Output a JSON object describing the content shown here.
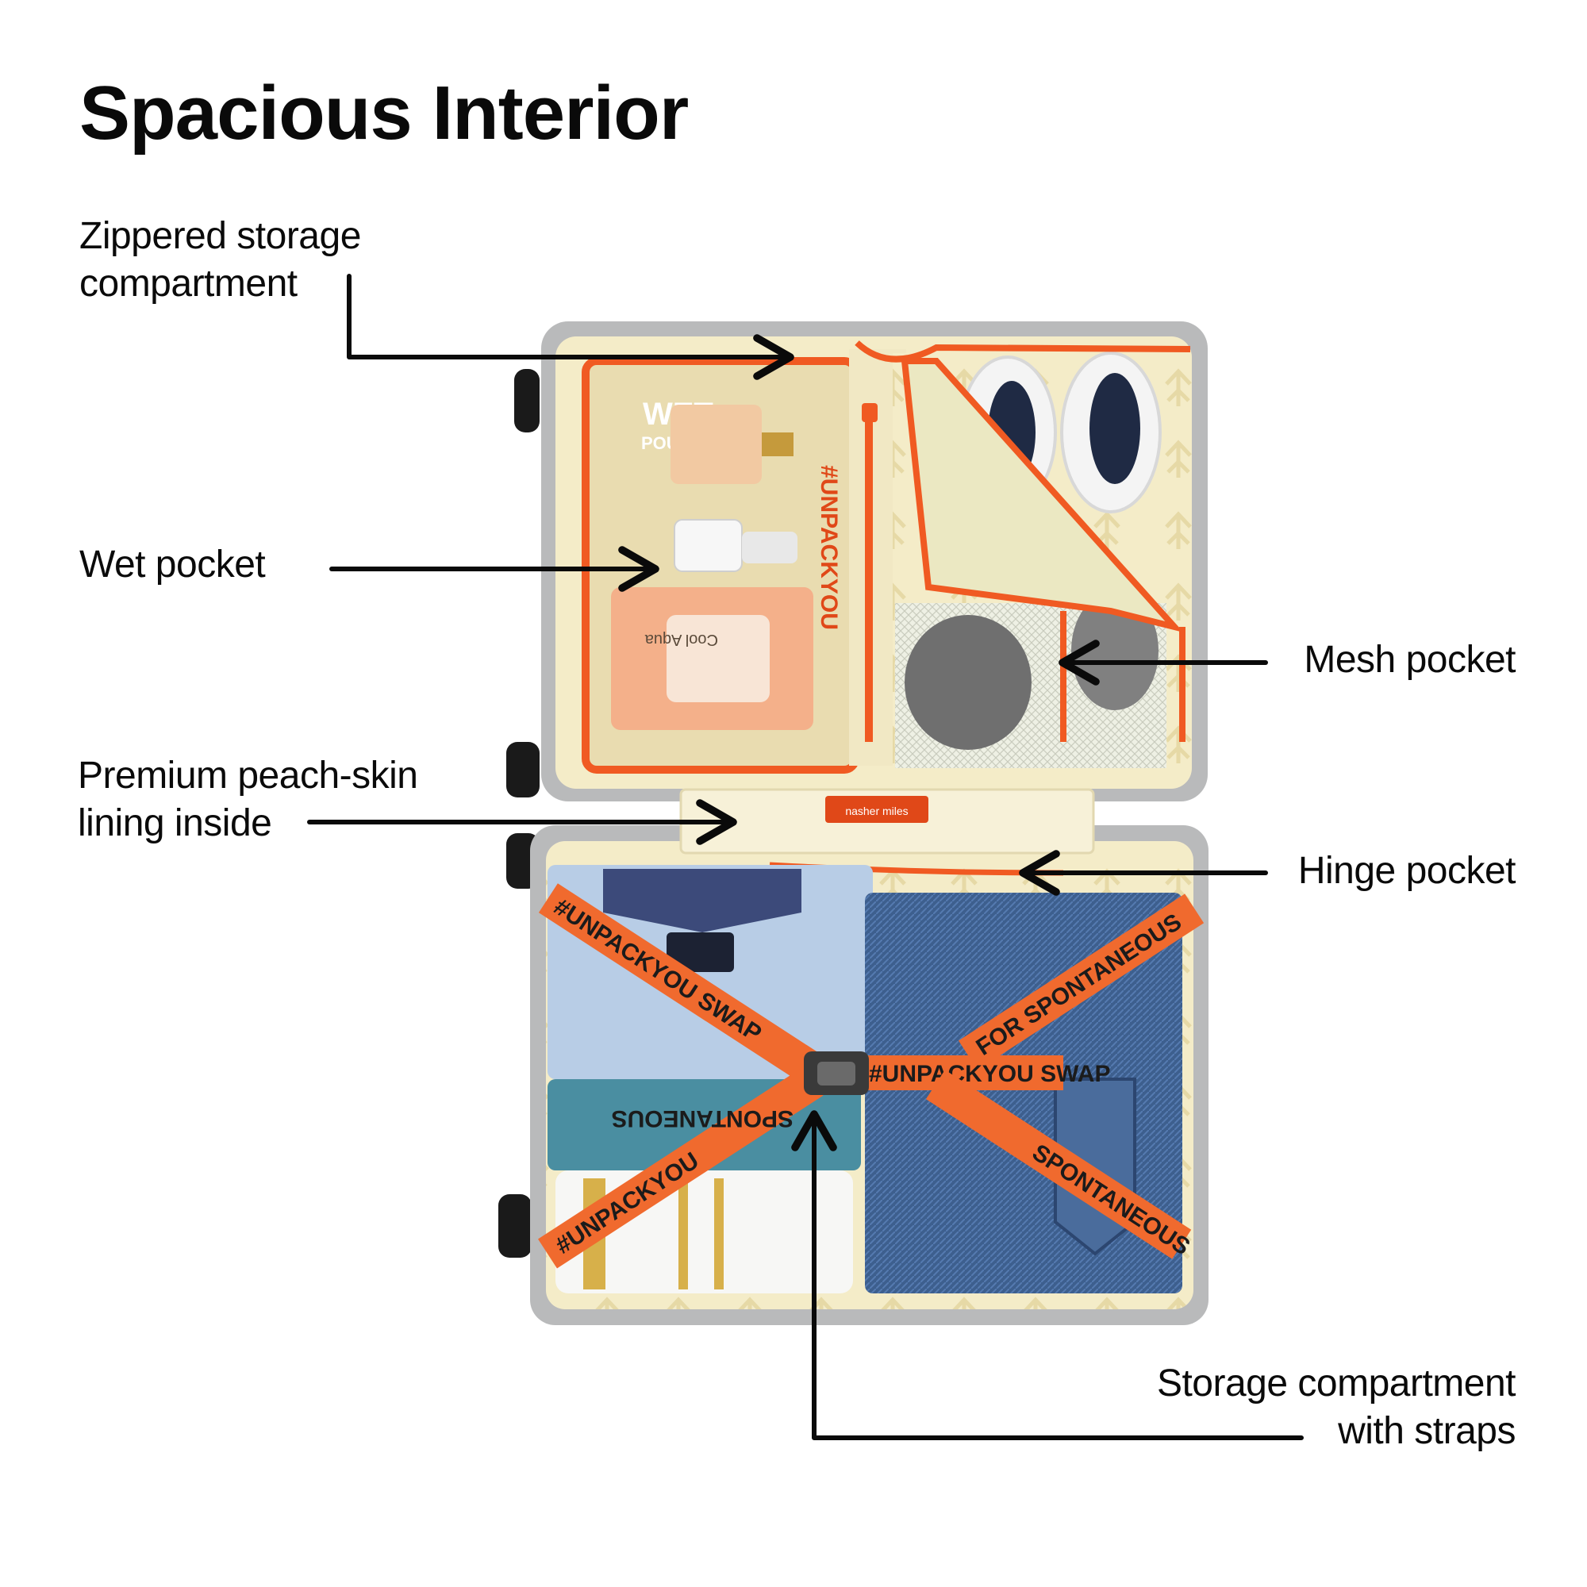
{
  "title": "Spacious Interior",
  "callouts": {
    "zippered": {
      "line1": "Zippered storage",
      "line2": "compartment"
    },
    "wet": {
      "line1": "Wet pocket"
    },
    "mesh": {
      "line1": "Mesh pocket"
    },
    "lining": {
      "line1": "Premium peach-skin",
      "line2": "lining inside"
    },
    "hinge": {
      "line1": "Hinge pocket"
    },
    "straps": {
      "line1": "Storage compartment",
      "line2": "with straps"
    }
  },
  "suitcase": {
    "pouch_label_1": "WET",
    "pouch_label_2": "POUCH",
    "wipes_label": "Cool Aqua",
    "lid_tag": "#UNPACKYOU",
    "brand_tag": "nasher miles",
    "strap_text_1": "#UNPACKYOU SWAP",
    "strap_text_2": "FOR SPONTANEOUS",
    "strap_text_3": "#UNPACKYOU SWAP",
    "strap_text_4": "SPONTANEOUS",
    "strap_text_5": "#UNPACKYOU",
    "strap_text_6": "SPONTANEOUS"
  },
  "colors": {
    "accent_orange": "#f05a22",
    "lining": "#f4ecc8",
    "shell": "#b9babb",
    "arrow": "#0a0a0a"
  }
}
